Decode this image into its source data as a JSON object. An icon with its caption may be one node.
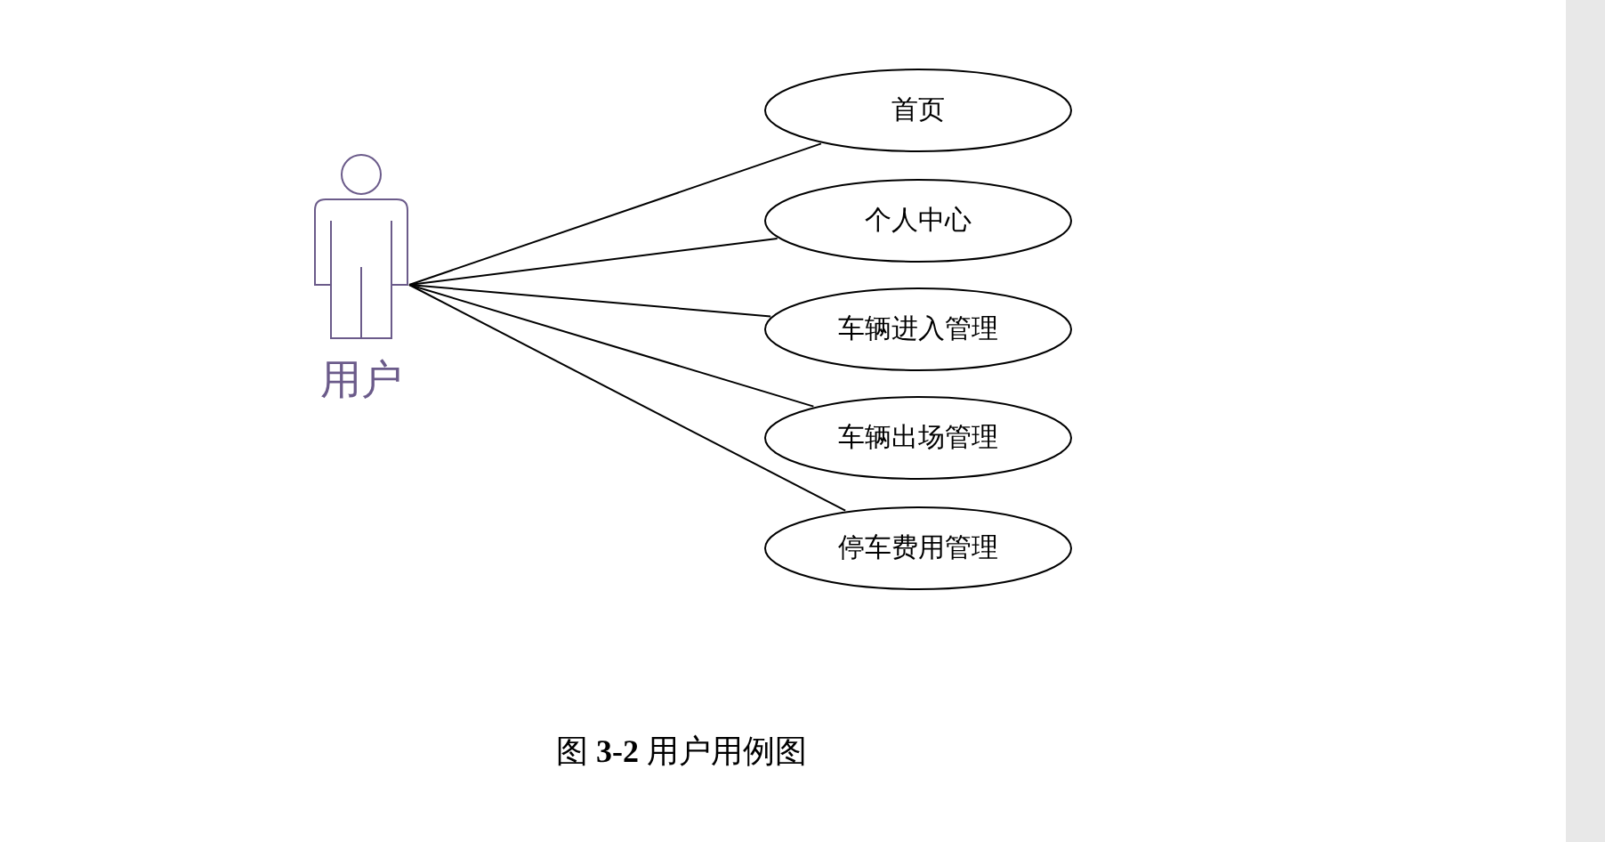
{
  "diagram": {
    "caption": "图 **3-2** 用户用例图",
    "nodes": [
      {
        "text": [
          "用户"
        ]
      },
      {
        "text": [
          "首页"
        ]
      },
      {
        "text": [
          "个人中心"
        ]
      },
      {
        "text": [
          "车辆进入管理"
        ]
      },
      {
        "text": [
          "车辆出场管理"
        ]
      },
      {
        "text": [
          "停车费用管理"
        ]
      }
    ],
    "edges": [
      {
        "from": 0,
        "to": 1,
        "arrow": "none"
      },
      {
        "from": 0,
        "to": 2,
        "arrow": "none"
      },
      {
        "from": 0,
        "to": 3,
        "arrow": "none"
      },
      {
        "from": 0,
        "to": 4,
        "arrow": "none"
      },
      {
        "from": 0,
        "to": 5,
        "arrow": "none"
      }
    ]
  }
}
